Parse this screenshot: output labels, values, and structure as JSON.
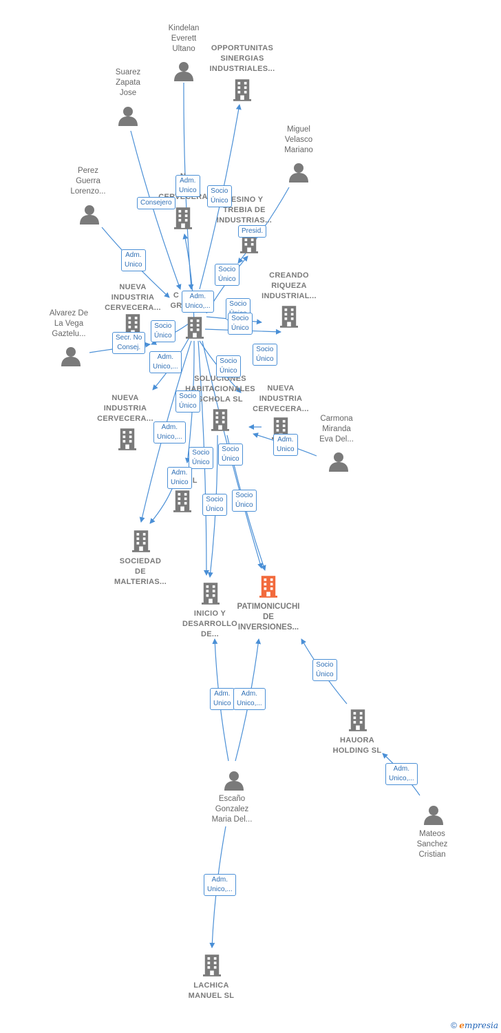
{
  "colors": {
    "edge": "#4a8fd6",
    "node": "#7a7a7a",
    "target": "#f26a3c"
  },
  "nodes": [
    {
      "id": "kindelan",
      "type": "person",
      "label": "Kindelan\nEverett\nUltano"
    },
    {
      "id": "opportunitas",
      "type": "company",
      "label": "OPPORTUNITAS\nSINERGIAS\nINDUSTRIALES..."
    },
    {
      "id": "suarez",
      "type": "person",
      "label": "Suarez\nZapata\nJose"
    },
    {
      "id": "miguel",
      "type": "person",
      "label": "Miguel\nVelasco\nMariano"
    },
    {
      "id": "perez",
      "type": "person",
      "label": "Perez\nGuerra\nLorenzo..."
    },
    {
      "id": "nueva_top",
      "type": "company",
      "label": "N\nIND\nCERVECERA"
    },
    {
      "id": "resino",
      "type": "company",
      "label": "RESINO Y\nTREBIA DE\nINDUSTRIAS..."
    },
    {
      "id": "creando",
      "type": "company",
      "label": "CREANDO\nRIQUEZA\nINDUSTRIAL..."
    },
    {
      "id": "nueva_left",
      "type": "company",
      "label": "NUEVA\nINDUSTRIA\nCERVECERA..."
    },
    {
      "id": "central",
      "type": "company",
      "label": "C\nGR"
    },
    {
      "id": "alvarez",
      "type": "person",
      "label": "Alvarez De\nLa Vega\nGaztelu..."
    },
    {
      "id": "soluciones",
      "type": "company",
      "label": "SOLUCIONES\nHABITACIONALES\nSCHOLA SL"
    },
    {
      "id": "nueva_right",
      "type": "company",
      "label": "NUEVA\nINDUSTRIA\nCERVECERA..."
    },
    {
      "id": "nueva_left2",
      "type": "company",
      "label": "NUEVA\nINDUSTRIA\nCERVECERA..."
    },
    {
      "id": "carmona",
      "type": "person",
      "label": "Carmona\nMiranda\nEva Del..."
    },
    {
      "id": "pa_opt",
      "type": "company",
      "label": "PA\nOPT SL"
    },
    {
      "id": "sociedad",
      "type": "company",
      "label": "SOCIEDAD\nDE\nMALTERIAS..."
    },
    {
      "id": "inicio",
      "type": "company",
      "label": "INICIO Y\nDESARROLLO\nDE..."
    },
    {
      "id": "patimonicuchi",
      "type": "target",
      "label": "PATIMONICUCHI\nDE\nINVERSIONES..."
    },
    {
      "id": "hauora",
      "type": "company",
      "label": "HAUORA\nHOLDING SL"
    },
    {
      "id": "escano",
      "type": "person",
      "label": "Escaño\nGonzalez\nMaria Del..."
    },
    {
      "id": "mateos",
      "type": "person",
      "label": "Mateos\nSanchez\nCristian"
    },
    {
      "id": "lachica",
      "type": "company",
      "label": "LACHICA\nMANUEL SL"
    }
  ],
  "relations": [
    {
      "id": "r1",
      "label": "Adm.\nUnico"
    },
    {
      "id": "r2",
      "label": "Socio\nÚnico"
    },
    {
      "id": "r3",
      "label": "Consejero"
    },
    {
      "id": "r4",
      "label": "Presid."
    },
    {
      "id": "r5",
      "label": "Adm.\nUnico"
    },
    {
      "id": "r6",
      "label": "Socio\nÚnico"
    },
    {
      "id": "r7",
      "label": "Adm.\nUnico,..."
    },
    {
      "id": "r8",
      "label": "Socio\nÚnico"
    },
    {
      "id": "r9",
      "label": "Socio\nÚnico"
    },
    {
      "id": "r10",
      "label": "Socio\nÚnico"
    },
    {
      "id": "r11",
      "label": "Secr. No\nConsej."
    },
    {
      "id": "r12",
      "label": "Socio\nÚnico"
    },
    {
      "id": "r13",
      "label": "Adm.\nUnico,..."
    },
    {
      "id": "r14",
      "label": "Socio\nÚnico"
    },
    {
      "id": "r15",
      "label": "Socio\nÚnico"
    },
    {
      "id": "r16",
      "label": "Adm.\nUnico,..."
    },
    {
      "id": "r17",
      "label": "Adm.\nUnico"
    },
    {
      "id": "r18",
      "label": "Socio\nÚnico"
    },
    {
      "id": "r19",
      "label": "Socio\nÚnico"
    },
    {
      "id": "r20",
      "label": "Adm.\nUnico"
    },
    {
      "id": "r21",
      "label": "Socio\nÚnico"
    },
    {
      "id": "r22",
      "label": "Socio\nÚnico"
    },
    {
      "id": "r23",
      "label": "Socio\nÚnico"
    },
    {
      "id": "r24",
      "label": "Adm.\nUnico"
    },
    {
      "id": "r25",
      "label": "Adm.\nUnico,..."
    },
    {
      "id": "r26",
      "label": "Adm.\nUnico,..."
    },
    {
      "id": "r27",
      "label": "Adm.\nUnico,..."
    }
  ],
  "footer": {
    "copyright": "©",
    "brand_initial": "e",
    "brand_rest": "mpresia"
  }
}
